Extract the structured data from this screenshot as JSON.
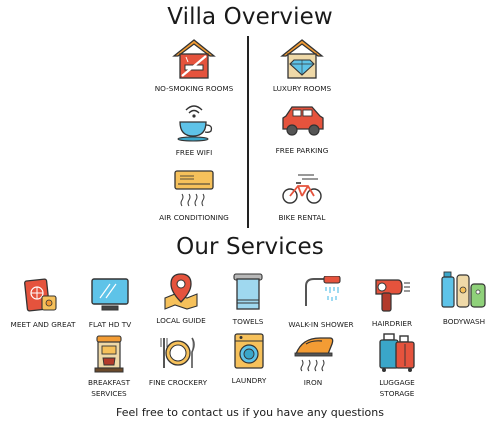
{
  "overview": {
    "title": "Villa Overview",
    "left": [
      {
        "label": "NO-SMOKING ROOMS",
        "icon": "no-smoking-house-icon"
      },
      {
        "label": "FREE WIFI",
        "icon": "wifi-cup-icon"
      },
      {
        "label": "AIR CONDITIONING",
        "icon": "air-conditioner-icon"
      }
    ],
    "right": [
      {
        "label": "LUXURY ROOMS",
        "icon": "diamond-house-icon"
      },
      {
        "label": "FREE PARKING",
        "icon": "car-icon"
      },
      {
        "label": "BIKE RENTAL",
        "icon": "bicycle-icon"
      }
    ]
  },
  "services": {
    "title": "Our Services",
    "row1": [
      {
        "label": "MEET AND GREAT",
        "icon": "passport-icon"
      },
      {
        "label": "FLAT HD TV",
        "icon": "tv-icon"
      },
      {
        "label": "LOCAL GUIDE",
        "icon": "map-pin-icon"
      },
      {
        "label": "TOWELS",
        "icon": "towel-icon"
      },
      {
        "label": "WALK-IN SHOWER",
        "icon": "shower-icon"
      },
      {
        "label": "HAIRDRIER",
        "icon": "hairdryer-icon"
      },
      {
        "label": "BODYWASH",
        "icon": "bodywash-icon"
      }
    ],
    "row2": [
      {
        "label_lines": [
          "BREAKFAST",
          "SERVICES"
        ],
        "icon": "coffee-machine-icon"
      },
      {
        "label": "FINE CROCKERY",
        "icon": "plate-cutlery-icon"
      },
      {
        "label": "LAUNDRY",
        "icon": "washing-machine-icon"
      },
      {
        "label": "IRON",
        "icon": "iron-icon"
      },
      {
        "label_lines": [
          "LUGGAGE",
          "STORAGE"
        ],
        "icon": "luggage-icon"
      }
    ]
  },
  "footer": "Feel free to contact us if you have any questions",
  "colors": {
    "red": "#e5533d",
    "dark_red": "#b23a2b",
    "orange": "#f39c34",
    "yellow": "#f6c15b",
    "cyan": "#5ec3e8",
    "teal": "#3aa6c9",
    "outline": "#333333",
    "beige": "#efd9a8"
  }
}
